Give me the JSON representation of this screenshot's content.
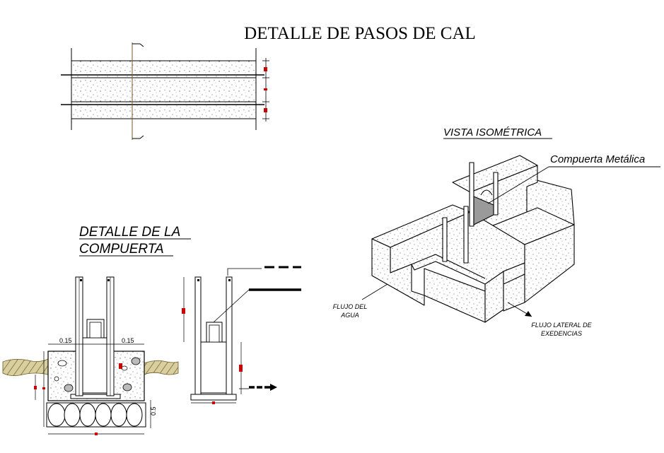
{
  "title": "DETALLE DE PASOS DE CAL",
  "labels": {
    "isometric_heading": "VISTA ISOMÉTRICA",
    "gate_detail_heading_line1": "DETALLE DE LA",
    "gate_detail_heading_line2": "COMPUERTA",
    "metal_gate": "Compuerta Metálica",
    "water_flow_line1": "FLUJO DEL",
    "water_flow_line2": "AGUA",
    "lateral_flow_line1": "FLUJO LATERAL DE",
    "lateral_flow_line2": "EXEDENCIAS"
  },
  "dimensions": {
    "left_offset": "0.15",
    "right_offset": "0.15",
    "depth": "0.5"
  },
  "colors": {
    "line": "#000000",
    "dimension": "#cc0000",
    "soil": "#8a7a4a",
    "gate_fill": "#9a9a9a",
    "concrete_dots": "#333333"
  }
}
